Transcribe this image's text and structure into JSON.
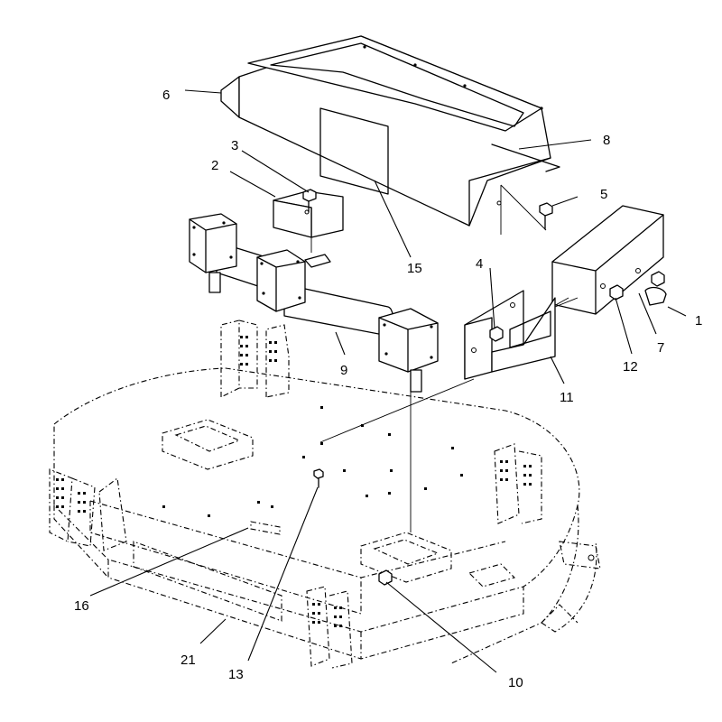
{
  "callouts": {
    "c1": "1",
    "c2": "2",
    "c3": "3",
    "c4": "4",
    "c5": "5",
    "c6": "6",
    "c7": "7",
    "c8": "8",
    "c9": "9",
    "c10": "10",
    "c11": "11",
    "c12": "12",
    "c13": "13",
    "c15": "15",
    "c16": "16",
    "c21": "21"
  }
}
